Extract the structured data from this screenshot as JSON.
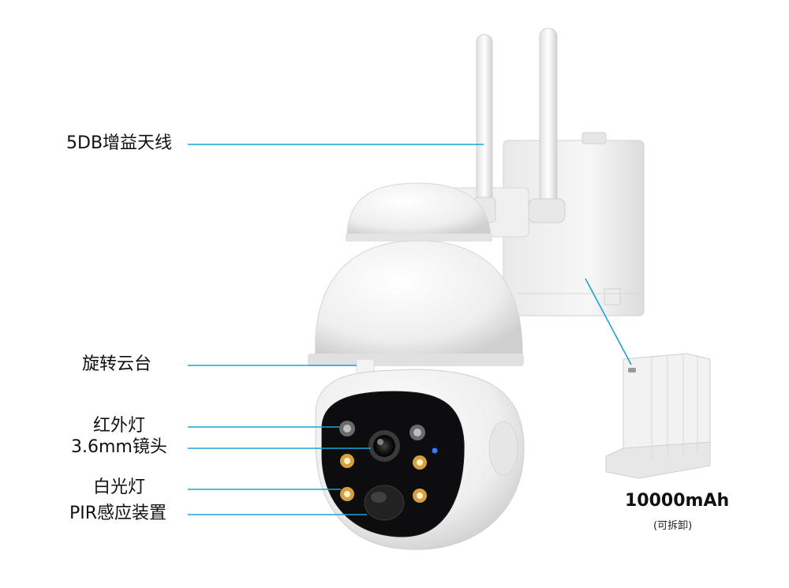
{
  "callouts": {
    "antenna": "5DB增益天线",
    "pan_tilt": "旋转云台",
    "infrared": "红外灯",
    "lens": "3.6mm镜头",
    "white_light": "白光灯",
    "pir": "PIR感应装置"
  },
  "battery": {
    "capacity": "10000mAh",
    "note": "(可拆卸)"
  },
  "colors": {
    "leader_line": "#1aa3d9",
    "body": "#f2f2f2",
    "lens_face": "#0c0c0e",
    "led_amber": "#d6a040"
  }
}
